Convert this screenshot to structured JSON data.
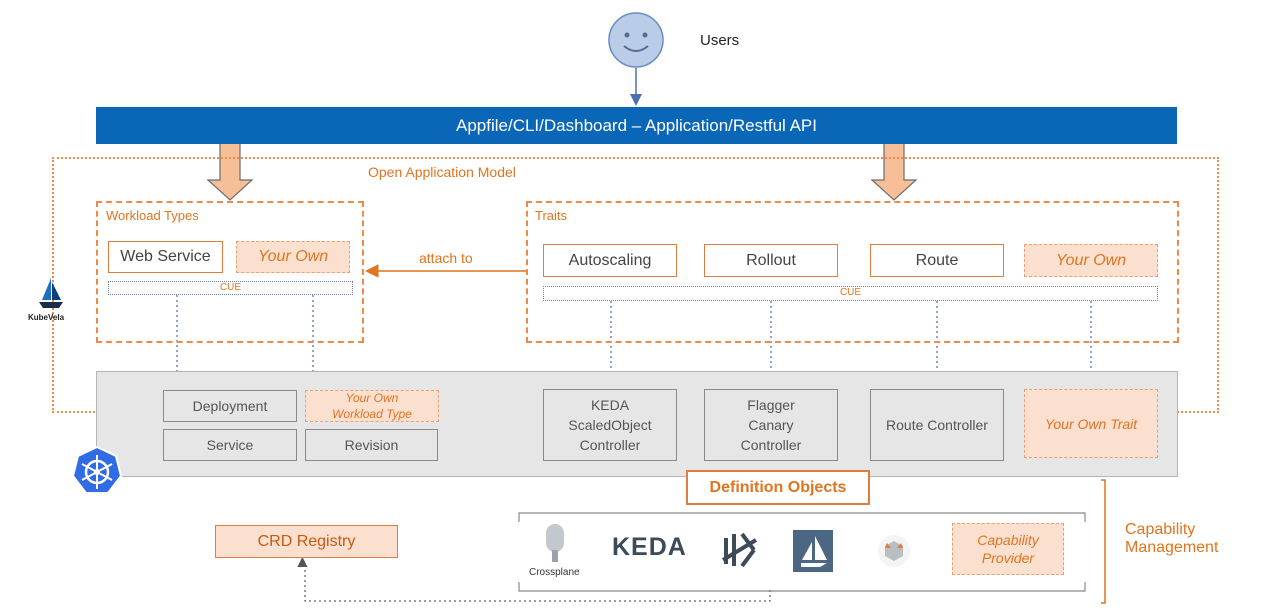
{
  "users": {
    "label": "Users"
  },
  "api_bar": {
    "label": "Appfile/CLI/Dashboard – Application/Restful API"
  },
  "oam": {
    "label": "Open Application Model"
  },
  "kubevela": {
    "label": "KubeVela"
  },
  "workload_types": {
    "title": "Workload Types",
    "items": [
      "Web Service",
      "Your Own"
    ],
    "cue": "CUE"
  },
  "attach_to": "attach to",
  "traits": {
    "title": "Traits",
    "items": [
      "Autoscaling",
      "Rollout",
      "Route",
      "Your Own"
    ],
    "cue": "CUE"
  },
  "k8s": {
    "deployment": "Deployment",
    "your_own_workload_type": "Your Own Workload Type",
    "service": "Service",
    "revision": "Revision",
    "keda_controller": "KEDA ScaledObject Controller",
    "flagger_controller": "Flagger Canary Controller",
    "route_controller": "Route Controller",
    "your_own_trait": "Your Own Trait"
  },
  "definition_objects": "Definition Objects",
  "crd_registry": "CRD Registry",
  "providers": {
    "crossplane": "Crossplane",
    "keda": "KEDA",
    "capability_provider": "Capability Provider"
  },
  "capability_management": "Capability Management",
  "colors": {
    "api_bar": "#0a67b8",
    "accent": "#e0741f",
    "k8s_blue": "#326ce5"
  }
}
